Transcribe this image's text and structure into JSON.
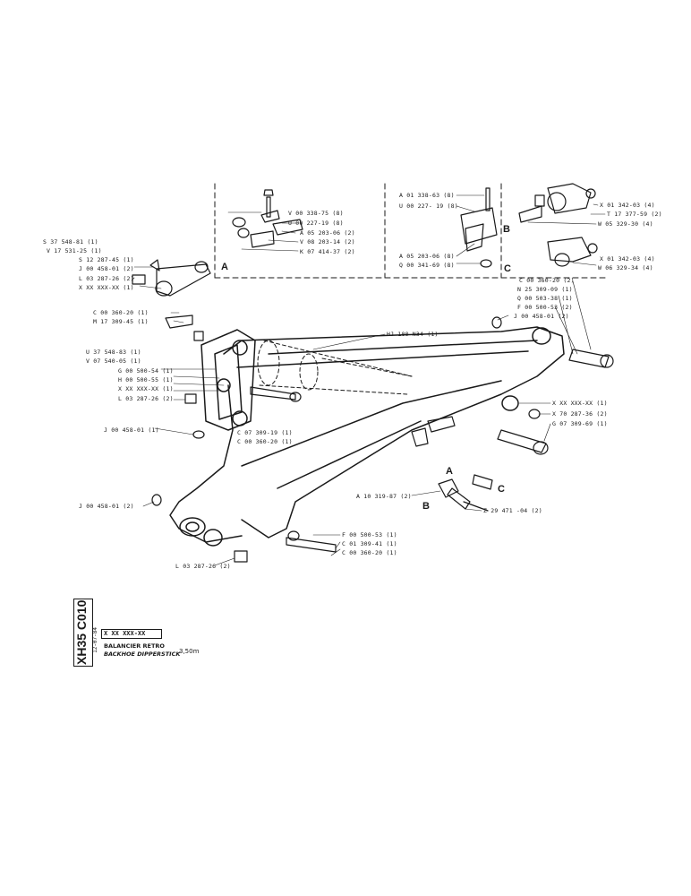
{
  "title_block": {
    "code": "XH35 C010",
    "date": "12-07-84",
    "ref": "X XX XXX-XX",
    "title_fr": "BALANCIER RETRO",
    "title_en": "BACKHOE DIPPERSTICK",
    "size": "3,50m"
  },
  "detail_letters": {
    "a": "A",
    "b": "B",
    "c": "C"
  },
  "labels": {
    "s37548": "S 37 548-81 (1)",
    "v17531": "V 17 531-25 (1)",
    "s12287": "S 12 287-45 (1)",
    "j00458a": "J 00 458-01 (2)",
    "l03287a": "L 03 287-26 (2)",
    "xxa": "X XX XXX-XX (1)",
    "c00360a": "C 00 360-20 (1)",
    "m17309": "M 17 309-45 (1)",
    "u37548": "U 37 548-83 (1)",
    "v07540": "V 07 540-05 (1)",
    "g00500": "G 00 500-54 (1)",
    "h00500": "H 00 500-55 (1)",
    "xxb": "X XX XXX-XX (1)",
    "l03287b": "L 03 287-26 (2)",
    "j00458b": "J 00 458-01 (1)",
    "c07309": "C 07 309-19 (1)",
    "c00360b": "C 00 360-20 (1)",
    "j00458c": "J 00 458-01 (2)",
    "l03287c": "L 03 287-26 (2)",
    "f00500a": "F 00 500-53 (1)",
    "c01309": "C 01 309-41 (1)",
    "c00360c": "C 00 360-20 (1)",
    "v00338": "V 00 338-75 (8)",
    "u00227a": "U 00 227-19 (8)",
    "a05203a": "A 05 203-06 (2)",
    "v08203": "V 08 203-14 (2)",
    "k07414": "K 07 414-37 (2)",
    "a01338": "A 01 338-63 (8)",
    "u00227b": "U 00 227- 19 (8)",
    "a05203b": "A 05 203-06 (8)",
    "q00341": "Q 00 341-69 (8)",
    "x01342a": "X 01 342-03 (4)",
    "t17377": "T 17 377-59 (2)",
    "w05329": "W 05 329-30 (4)",
    "x01342b": "X 01 342-03 (4)",
    "w06329": "W 06 329-34 (4)",
    "c00360d": "C 00 360-20 (2)",
    "n25309": "N 25 309-09 (1)",
    "q00503": "Q 00 503-38 (1)",
    "f00500b": "F 00 500-53 (2)",
    "j00458d": "J 00 458-01 (2)",
    "hj100": "HJ 100 N34 (1)",
    "xxc": "X XX XXX-XX (1)",
    "x70287": "X 70 287-36 (2)",
    "g07309": "G 07 309-69 (1)",
    "a10319": "A 10 319-87 (2)",
    "z29471": "Z 29 471 -04 (2)"
  },
  "colors": {
    "ink": "#1a1a1a",
    "paper": "#ffffff"
  }
}
